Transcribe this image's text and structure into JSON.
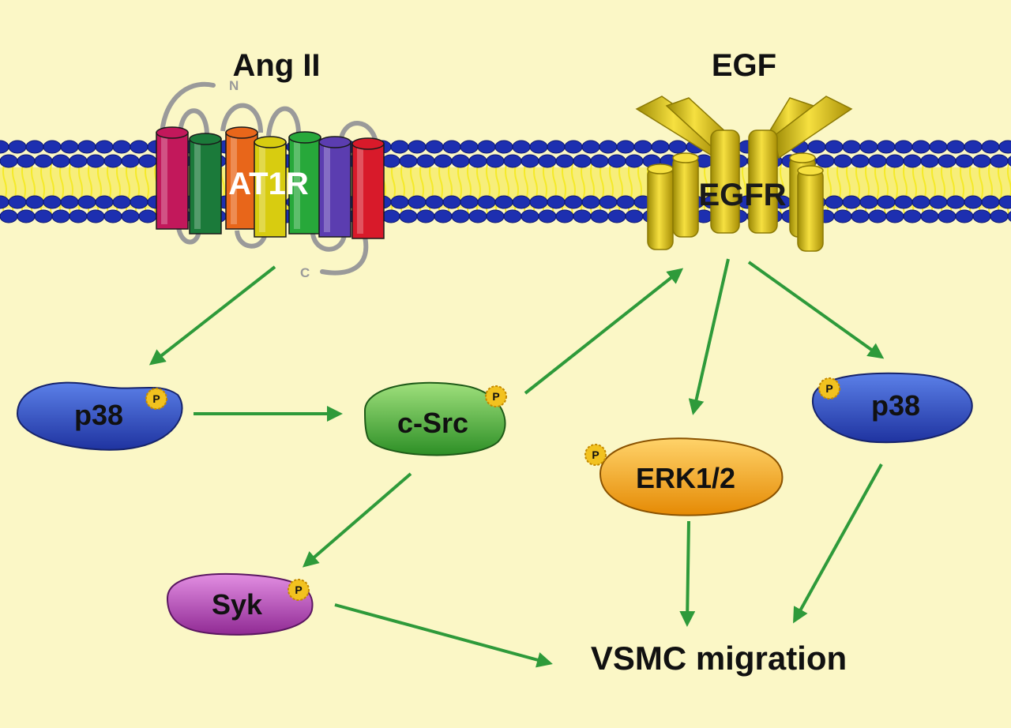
{
  "ligands": {
    "angii": "Ang II",
    "egf": "EGF"
  },
  "receptors": {
    "at1r": {
      "label": "AT1R",
      "n_term": "N",
      "c_term": "C"
    },
    "egfr": {
      "label": "EGFR"
    }
  },
  "proteins": {
    "p38_left": "p38",
    "csrc": "c-Src",
    "syk": "Syk",
    "erk": "ERK1/2",
    "p38_right": "p38"
  },
  "phospho_label": "P",
  "outcome": "VSMC migration",
  "colors": {
    "background": "#fbf7c6",
    "membrane_head": "#1d2fb0",
    "membrane_tail": "#f5ea2a",
    "arrow": "#2e9a3a",
    "egfr": "#e2c30f",
    "p38": "#2f4fc0",
    "csrc": "#4fb438",
    "syk": "#b445b4",
    "erk": "#f5a10e",
    "phospho": "#f2c21f"
  },
  "at1r_helix_colors": [
    "#c2185b",
    "#1b7a3a",
    "#e8661a",
    "#d8cc10",
    "#27a83a",
    "#5b3db0",
    "#d81a2a"
  ]
}
